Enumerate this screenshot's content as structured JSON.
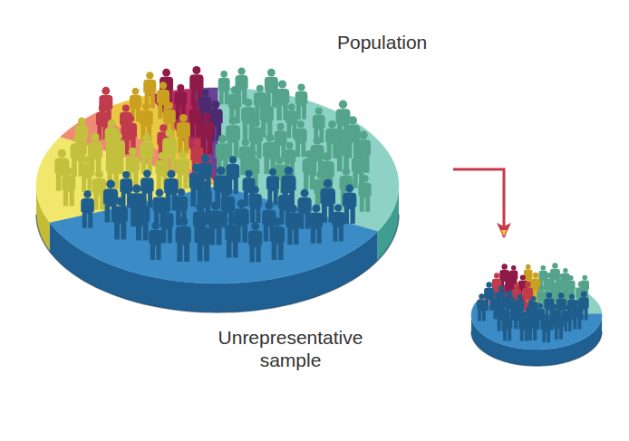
{
  "diagram": {
    "nodes": [
      {
        "text": [
          "Population"
        ]
      },
      {
        "text": [
          "Unrepresentative sample"
        ]
      }
    ],
    "edges": [
      {
        "from": 0,
        "to": 1,
        "arrow": "to"
      }
    ]
  }
}
